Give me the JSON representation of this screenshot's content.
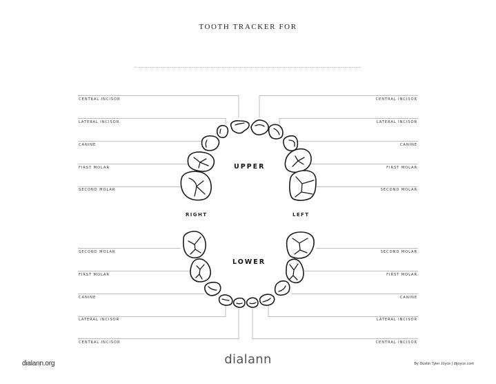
{
  "header": {
    "title": "TOOTH TRACKER FOR",
    "name_field_value": ""
  },
  "upper": {
    "arch_label": "UPPER",
    "right_labels": [
      "CENTRAL INCISOR",
      "LATERAL INCISOR",
      "CANINE",
      "FIRST MOLAR",
      "SECOND MOLAR"
    ],
    "left_labels": [
      "CENTRAL INCISOR",
      "LATERAL INCISOR",
      "CANINE",
      "FIRST MOLAR",
      "SECOND MOLAR"
    ]
  },
  "sides": {
    "right": "RIGHT",
    "left": "LEFT"
  },
  "lower": {
    "arch_label": "LOWER",
    "right_labels": [
      "SECOND MOLAR",
      "FIRST MOLAR",
      "CANINE",
      "LATERAL INCISOR",
      "CENTRAL INCISOR"
    ],
    "left_labels": [
      "SECOND MOLAR",
      "FIRST MOLAR",
      "CANINE",
      "LATERAL INCISOR",
      "CENTRAL INCISOR"
    ]
  },
  "footer": {
    "site": "dialann.org",
    "logo": "dialann",
    "credit": "By Dustin Tyler Joyce | dtjoyce.com"
  },
  "colors": {
    "guide_line": "#bdbdbd",
    "tooth_outline": "#1a1a1a",
    "text": "#222222"
  }
}
